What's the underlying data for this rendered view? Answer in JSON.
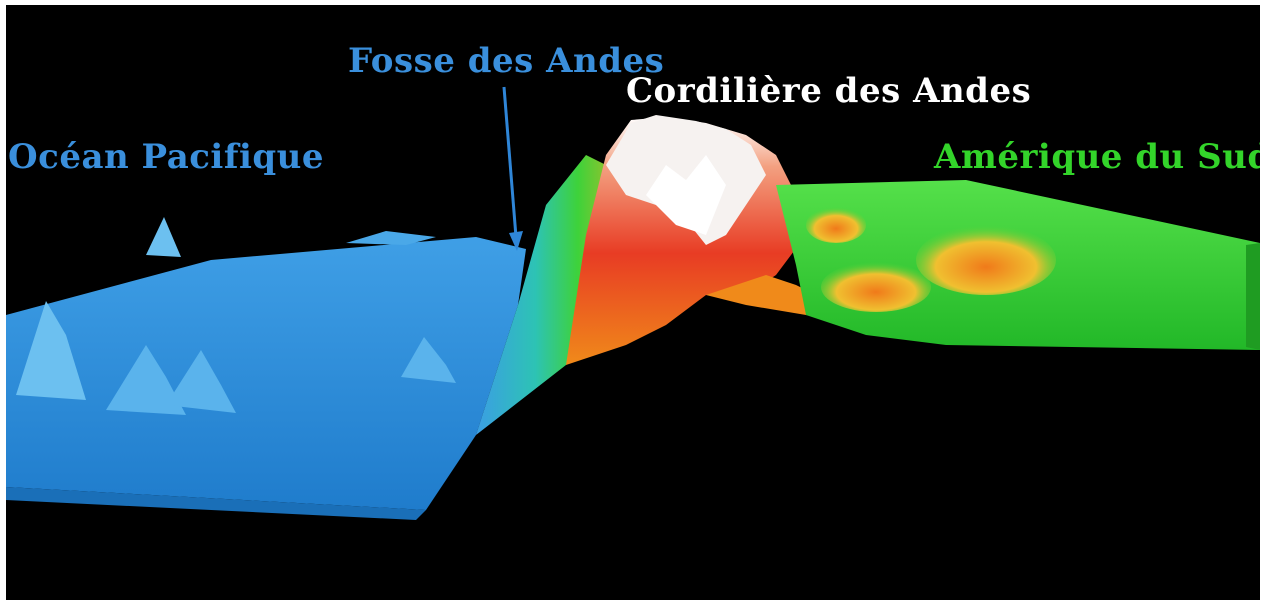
{
  "labels": {
    "ocean": "Océan Pacifique",
    "trench": "Fosse des Andes",
    "cordillera": "Cordilière des Andes",
    "continent": "Amérique du Sud"
  },
  "colors": {
    "background": "#000000",
    "ocean_label": "#3a8fdc",
    "trench_label": "#3a8fdc",
    "cordillera_label": "#ffffff",
    "continent_label": "#33d42a",
    "ocean_floor": "#2f8fd8",
    "mountains": "#e8482a",
    "peaks": "#f4f4f4",
    "continent_land": "#2fd12f"
  },
  "arrow": {
    "icon": "arrow-down-icon"
  }
}
